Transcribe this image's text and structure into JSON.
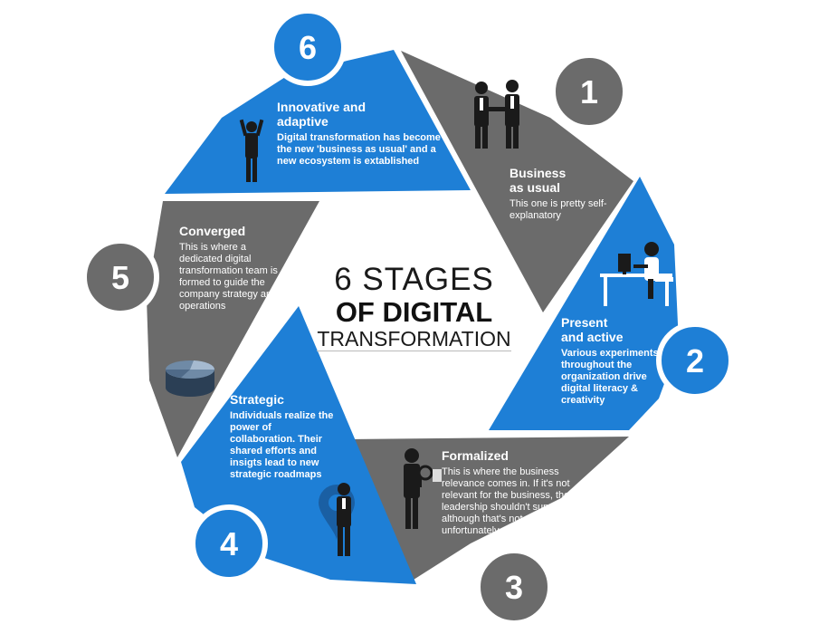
{
  "center": {
    "line1": "6 STAGES",
    "line2": "OF DIGITAL",
    "line3": "TRANSFORMATION"
  },
  "stages": [
    {
      "number": "1",
      "title1": "Business",
      "title2": "as usual",
      "description": "This one is pretty self-explanatory"
    },
    {
      "number": "2",
      "title1": "Present",
      "title2": "and active",
      "description": "Various experiments throughout the organization drive digital literacy & creativity"
    },
    {
      "number": "3",
      "title1": "Formalized",
      "title2": "",
      "description": "This is where the business relevance comes in. If it's not relevant for the business, the leadership shouldn't support it – although that's not always the case, unfortunately"
    },
    {
      "number": "4",
      "title1": "Strategic",
      "title2": "",
      "description": "Individuals realize the power of collaboration. Their shared efforts and insigts lead to new strategic roadmaps"
    },
    {
      "number": "5",
      "title1": "Converged",
      "title2": "",
      "description": "This is where a dedicated digital transformation team is formed to guide the company strategy and operations"
    },
    {
      "number": "6",
      "title1": "Innovative and",
      "title2": "adaptive",
      "description": "Digital transformation has become the new 'business as usual' and a new ecosystem is extablished"
    }
  ],
  "colors": {
    "gray": "#6b6b6b",
    "blue": "#1e7fd6",
    "circle_border": "#ffffff"
  }
}
